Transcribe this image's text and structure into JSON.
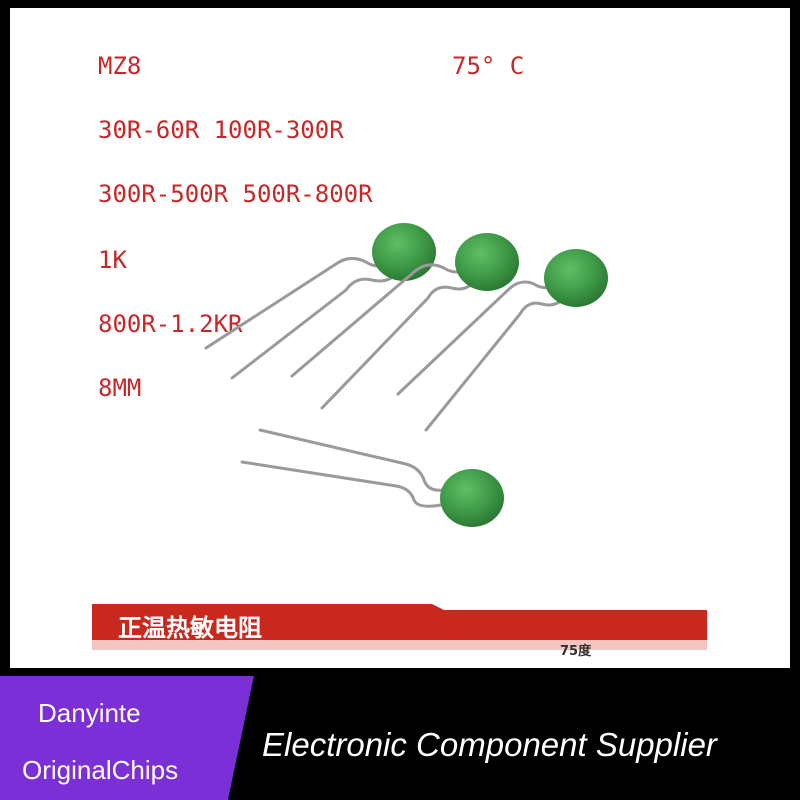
{
  "specs": {
    "model": "MZ8",
    "temp": "75° C",
    "range_1": "30R-60R 100R-300R",
    "range_2": "300R-500R 500R-800R",
    "range_3": "1K",
    "range_4": "800R-1.2KR",
    "size": "8MM"
  },
  "banner": {
    "title": "正温热敏电阻",
    "subtitle": "75度"
  },
  "brand": {
    "line_1": "Danyinte",
    "line_2": "OriginalChips",
    "tagline": "Electronic Component Supplier"
  },
  "colors": {
    "spec_text": "#c62828",
    "banner_red": "#c9281f",
    "brand_purple": "#7b2fd6",
    "thermistor_green": "#3f9a47",
    "background": "#ffffff"
  }
}
